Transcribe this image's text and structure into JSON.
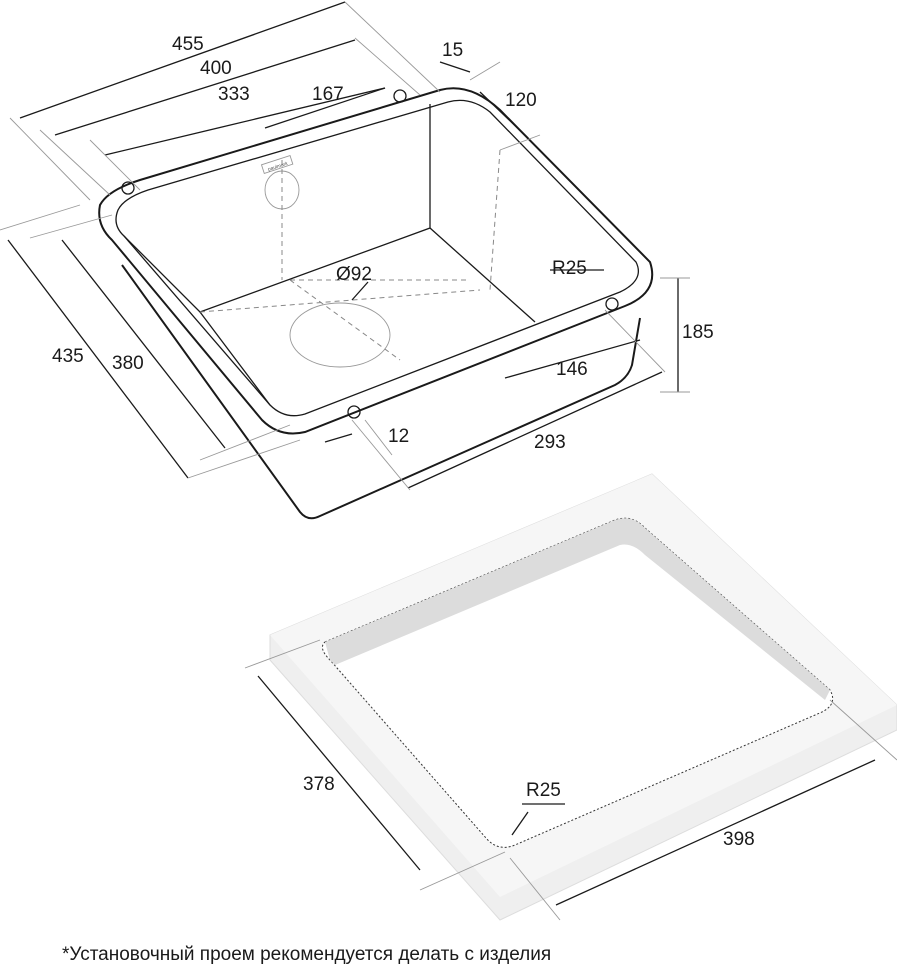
{
  "logo": "paulmark",
  "sink_dimensions": {
    "overall_length": "455",
    "rim_length": "400",
    "bowl_length": "333",
    "drain_offset_length": "167",
    "rim_width_value": "15",
    "drain_offset_width": "120",
    "overall_width": "435",
    "bowl_width": "380",
    "drain_diameter": "Ø92",
    "corner_radius": "R25",
    "depth": "185",
    "drain_offset_front": "146",
    "front_offset": "12",
    "front_length": "293"
  },
  "cutout_dimensions": {
    "width": "378",
    "length": "398",
    "corner_radius": "R25"
  },
  "footnote": "*Установочный проем рекомендуется делать с изделия"
}
